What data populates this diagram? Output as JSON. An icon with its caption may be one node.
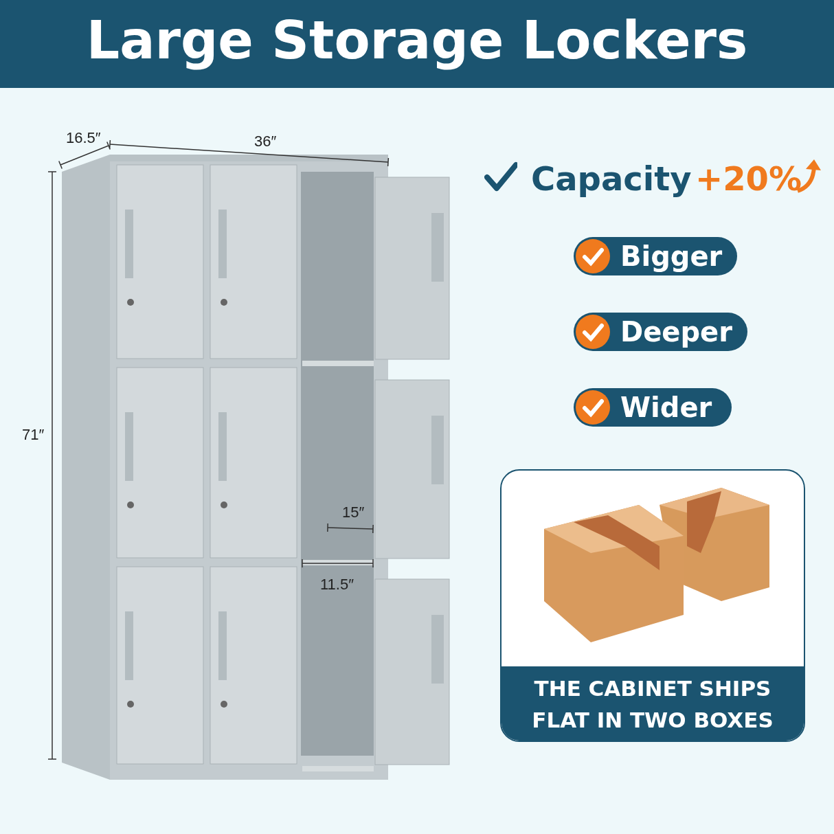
{
  "diagram": {
    "title": "Large Storage Lockers",
    "nodes": [
      {
        "text": [
          "Bigger"
        ]
      },
      {
        "text": [
          "Deeper"
        ]
      },
      {
        "text": [
          "Wider"
        ]
      },
      {
        "text": [
          "THE CABINET SHIPS FLAT IN TWO BOXES"
        ]
      },
      {
        "text": [],
        "shape": "picture",
        "in": 3
      }
    ],
    "labels": [
      "16.5″",
      "36″",
      "71″",
      "15″",
      "11.5″",
      "Capacity",
      "+20%"
    ]
  }
}
